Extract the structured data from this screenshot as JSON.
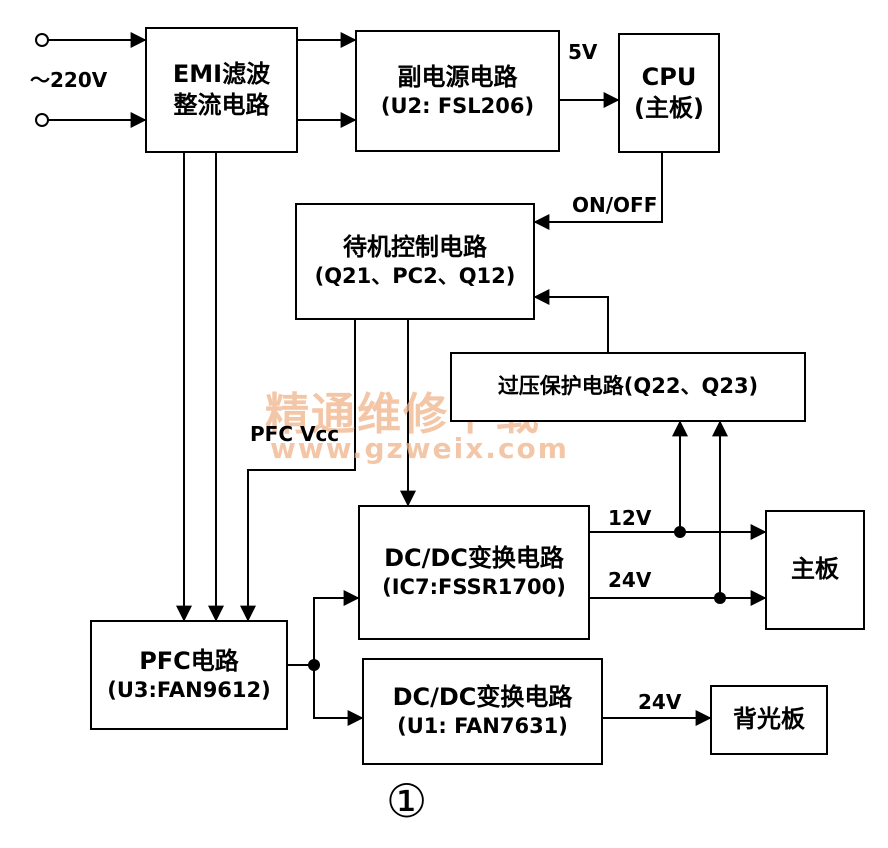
{
  "inputs": {
    "ac_label": "～220V"
  },
  "blocks": {
    "emi": {
      "line1": "EMI滤波",
      "line2": "整流电路"
    },
    "aux_power": {
      "line1": "副电源电路",
      "line2": "(U2: FSL206)"
    },
    "cpu": {
      "line1": "CPU",
      "line2": "(主板)"
    },
    "standby": {
      "line1": "待机控制电路",
      "line2": "(Q21、PC2、Q12)"
    },
    "ovp": {
      "line1": "过压保护电路(Q22、Q23)"
    },
    "dcdc_main": {
      "line1": "DC/DC变换电路",
      "line2": "(IC7:FSSR1700)"
    },
    "mainboard": {
      "line1": "主板"
    },
    "pfc": {
      "line1": "PFC电路",
      "line2": "(U3:FAN9612)"
    },
    "dcdc_backlight": {
      "line1": "DC/DC变换电路",
      "line2": "(U1: FAN7631)"
    },
    "backlight": {
      "line1": "背光板"
    }
  },
  "signals": {
    "v5": "5V",
    "on_off": "ON/OFF",
    "pfc_vcc": "PFC Vcc",
    "v12": "12V",
    "v24_main": "24V",
    "v24_backlight": "24V"
  },
  "watermark": {
    "line1": "精通维修下载",
    "line2": "www.gzweix.com"
  },
  "figure_number": "①"
}
